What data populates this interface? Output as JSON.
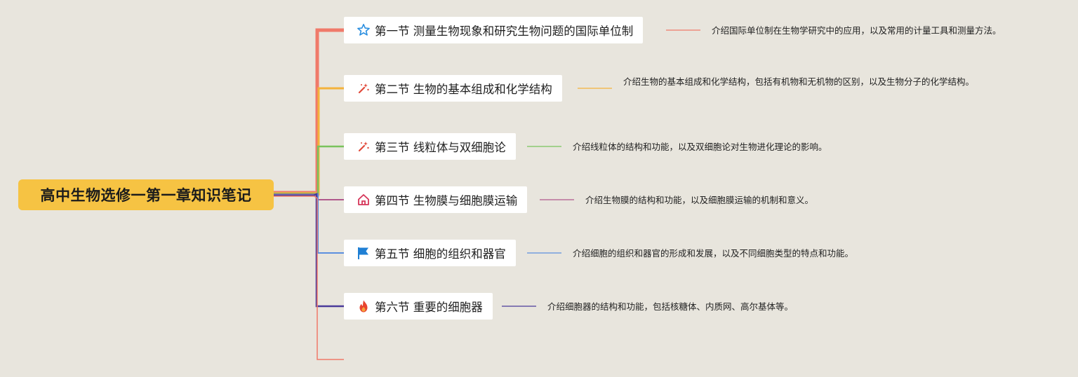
{
  "root": {
    "title": "高中生物选修一第一章知识笔记"
  },
  "branches": [
    {
      "icon": "star-icon",
      "title": "第一节 测量生物现象和研究生物问题的国际单位制",
      "desc": "介绍国际单位制在生物学研究中的应用，以及常用的计量工具和测量方法。",
      "color": "#f07a6a"
    },
    {
      "icon": "sparkle-wand-icon",
      "title": "第二节 生物的基本组成和化学结构",
      "desc": "介绍生物的基本组成和化学结构，包括有机物和无机物的区别，以及生物分子的化学结构。",
      "color": "#f4b23c"
    },
    {
      "icon": "sparkle-wand-icon",
      "title": "第三节 线粒体与双细胞论",
      "desc": "介绍线粒体的结构和功能，以及双细胞论对生物进化理论的影响。",
      "color": "#79c35c"
    },
    {
      "icon": "home-icon",
      "title": "第四节 生物膜与细胞膜运输",
      "desc": "介绍生物膜的结构和功能，以及细胞膜运输的机制和意义。",
      "color": "#b0588c"
    },
    {
      "icon": "flag-icon",
      "title": "第五节 细胞的组织和器官",
      "desc": "介绍细胞的组织和器官的形成和发展，以及不同细胞类型的特点和功能。",
      "color": "#5b8fe0"
    },
    {
      "icon": "fire-icon",
      "title": "第六节 重要的细胞器",
      "desc": "介绍细胞器的结构和功能，包括核糖体、内质网、高尔基体等。",
      "color": "#4a3a9a"
    }
  ]
}
